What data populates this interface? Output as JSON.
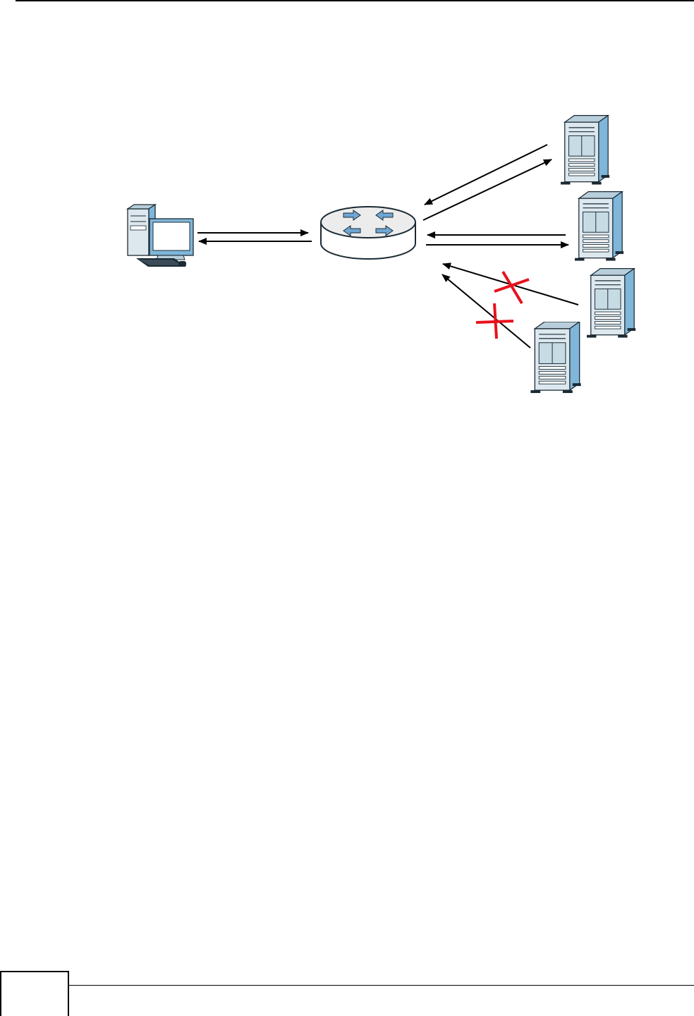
{
  "page": {
    "page_number": "",
    "footer_text": ""
  },
  "colors": {
    "server_front": "#dce8ee",
    "server_side": "#7fb6d9",
    "router_top": "#ececec",
    "router_arrow": "#6fa7d4",
    "block_mark": "#e8111c",
    "line": "#000000"
  },
  "diagram": {
    "nodes": [
      {
        "id": "client-pc",
        "icon": "desktop-computer-icon"
      },
      {
        "id": "router",
        "icon": "router-icon"
      },
      {
        "id": "server-1",
        "icon": "server-icon"
      },
      {
        "id": "server-2",
        "icon": "server-icon"
      },
      {
        "id": "server-3",
        "icon": "server-icon"
      },
      {
        "id": "server-4",
        "icon": "server-icon"
      }
    ],
    "links": [
      {
        "from": "client-pc",
        "to": "router",
        "status": "allowed"
      },
      {
        "from": "router",
        "to": "server-1",
        "status": "allowed"
      },
      {
        "from": "router",
        "to": "server-2",
        "status": "allowed"
      },
      {
        "from": "server-3",
        "to": "router",
        "status": "blocked"
      },
      {
        "from": "server-4",
        "to": "router",
        "status": "blocked"
      }
    ]
  }
}
